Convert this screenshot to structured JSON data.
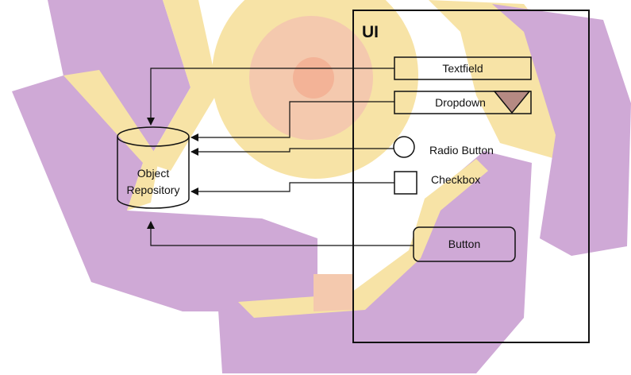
{
  "colors": {
    "lavender": "#cfa9d6",
    "cream": "#f7e3a6",
    "peach": "#f4c9ae",
    "salmon": "#f2a98d",
    "stroke": "#111111"
  },
  "diagram": {
    "ui_frame_label": "UI",
    "repository_line1": "Object",
    "repository_line2": "Repository",
    "widgets": {
      "textfield": "Textfield",
      "dropdown": "Dropdown",
      "radio": "Radio Button",
      "checkbox": "Checkbox",
      "button": "Button"
    },
    "icons": {
      "repository": "database-cylinder-icon",
      "dropdown_arrow": "triangle-down-icon",
      "radio": "radio-circle-icon",
      "checkbox": "checkbox-square-icon"
    }
  }
}
